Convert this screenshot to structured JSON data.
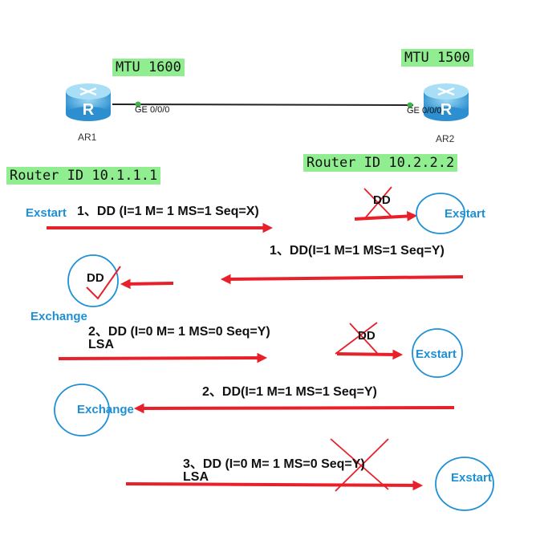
{
  "topology": {
    "ar1": {
      "name": "AR1",
      "mtu": "MTU 1600",
      "port": "GE 0/0/0",
      "router_id": "Router ID 10.1.1.1"
    },
    "ar2": {
      "name": "AR2",
      "mtu": "MTU 1500",
      "port": "GE 0/0/0",
      "router_id": "Router ID 10.2.2.2"
    },
    "router_glyph": "router-icon"
  },
  "exchange": {
    "ar1_states": [
      "Exstart",
      "Exchange",
      "Exchange"
    ],
    "ar2_states": [
      "Exstart",
      "Exstart",
      "Exstart"
    ],
    "messages": [
      {
        "text": "1、DD  (I=1 M= 1 MS=1 Seq=X)"
      },
      {
        "text": "1、DD(I=1 M=1 MS=1 Seq=Y)"
      },
      {
        "text": "2、DD  (I=0 M= 1 MS=0 Seq=Y)",
        "extra": "LSA"
      },
      {
        "text": "2、DD(I=1 M=1 MS=1 Seq=Y)"
      },
      {
        "text": "3、DD  (I=0 M= 1 MS=0 Seq=Y)",
        "extra": "LSA"
      }
    ],
    "dd_marks": [
      "DD",
      "DD",
      "DD"
    ]
  },
  "colors": {
    "arrow": "#e8202a",
    "state": "#1e90d6",
    "tag_bg": "#90ee90",
    "router_body": "#4fb1e6",
    "link": "#222222"
  }
}
